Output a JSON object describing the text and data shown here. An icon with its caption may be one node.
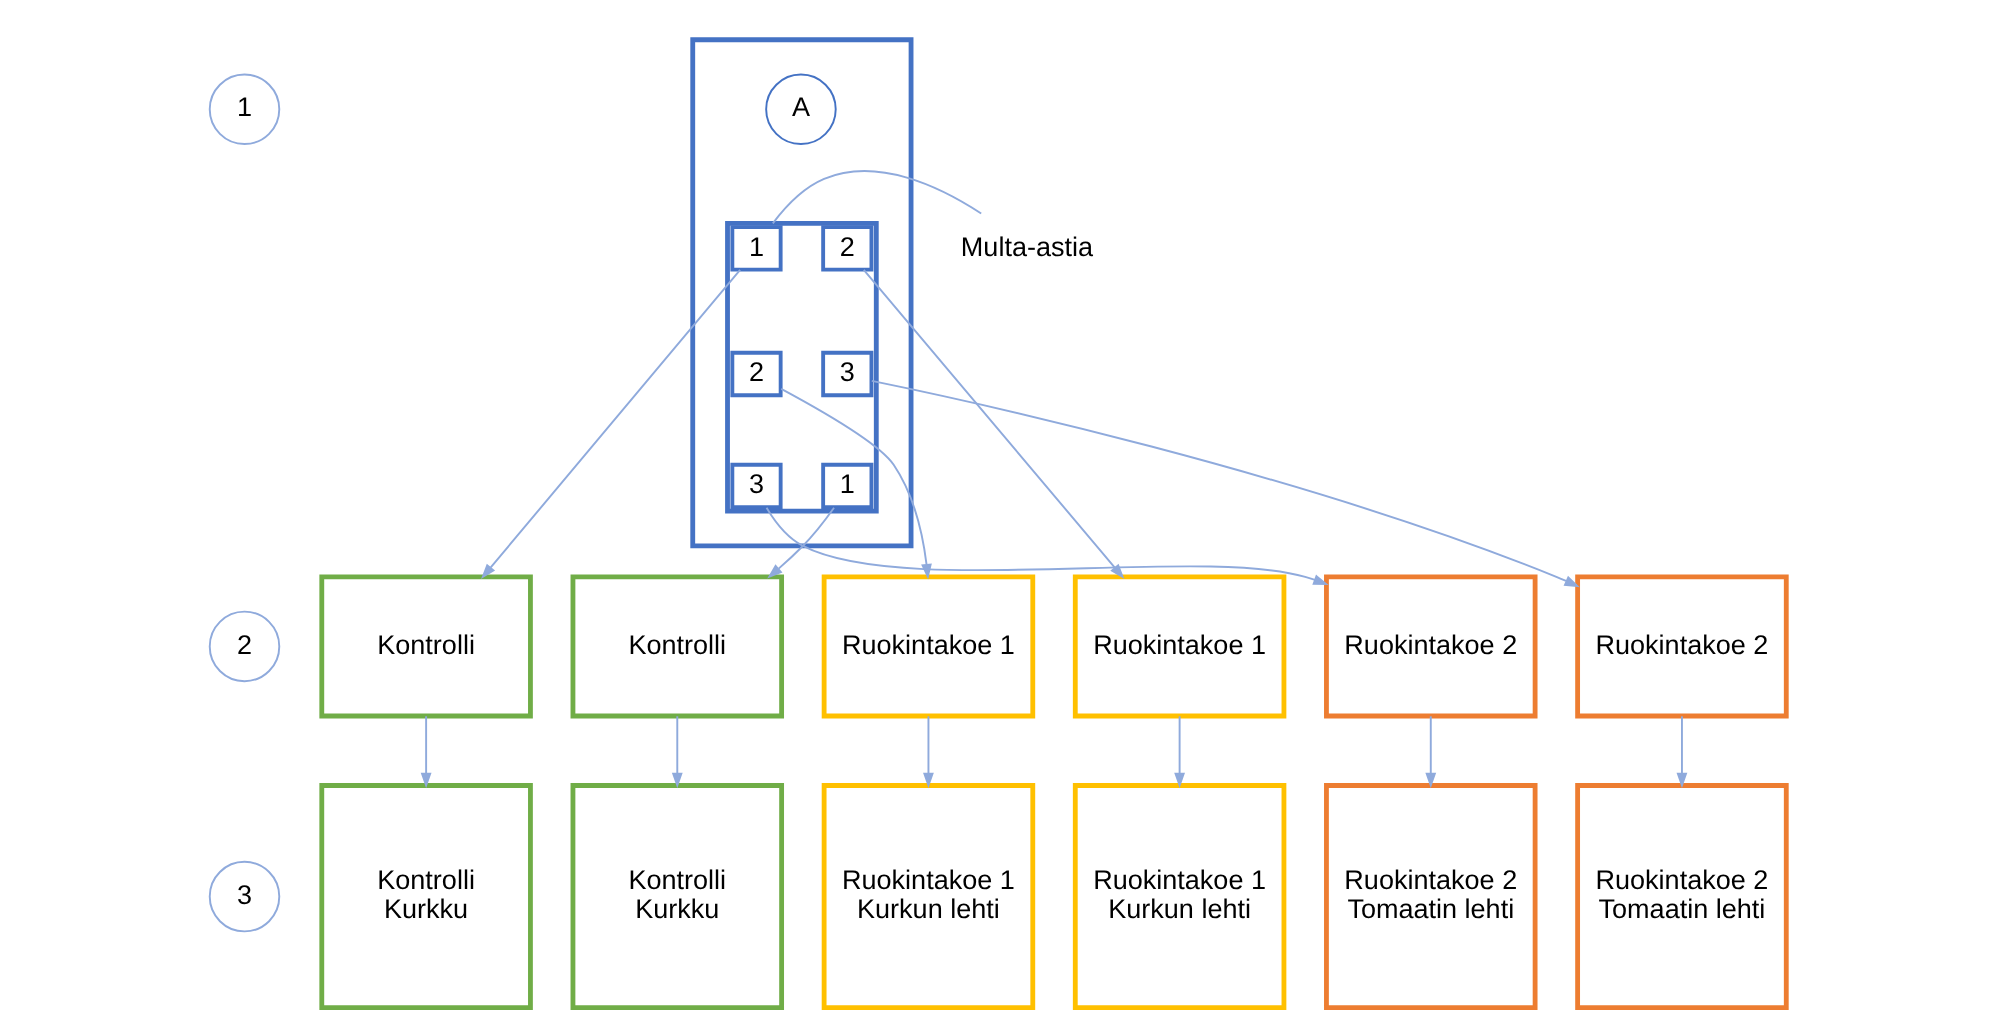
{
  "diagram": {
    "nodes": [
      {
        "text": [],
        "shape": "box"
      },
      {
        "text": [
          "A"
        ],
        "in": 0
      },
      {
        "text": [],
        "shape": "box",
        "in": 0
      },
      {
        "text": [
          "1"
        ],
        "in": 2
      },
      {
        "text": [
          "2"
        ],
        "in": 2
      },
      {
        "text": [
          "2"
        ],
        "in": 2
      },
      {
        "text": [
          "3"
        ],
        "in": 2
      },
      {
        "text": [
          "3"
        ],
        "in": 2
      },
      {
        "text": [
          "1"
        ],
        "in": 2
      },
      {
        "text": [
          "Multa-astia"
        ]
      },
      {
        "text": [
          "1"
        ]
      },
      {
        "text": [
          "2"
        ]
      },
      {
        "text": [
          "Kontrolli"
        ]
      },
      {
        "text": [
          "Kontrolli"
        ]
      },
      {
        "text": [
          "Ruokintakoe 1"
        ]
      },
      {
        "text": [
          "Ruokintakoe 1"
        ]
      },
      {
        "text": [
          "Ruokintakoe 2"
        ]
      },
      {
        "text": [
          "Ruokintakoe 2"
        ]
      },
      {
        "text": [
          "3"
        ]
      },
      {
        "text": [
          "Kontrolli",
          "Kurkku"
        ]
      },
      {
        "text": [
          "Kontrolli",
          "Kurkku"
        ]
      },
      {
        "text": [
          "Ruokintakoe 1",
          "Kurkun lehti"
        ]
      },
      {
        "text": [
          "Ruokintakoe 1",
          "Kurkun lehti"
        ]
      },
      {
        "text": [
          "Ruokintakoe 2",
          "Tomaatin lehti"
        ]
      },
      {
        "text": [
          "Ruokintakoe 2",
          "Tomaatin lehti"
        ]
      }
    ],
    "edges": [
      {
        "from": 9,
        "to": 2,
        "arrow": "none"
      },
      {
        "from": 3,
        "to": 12,
        "arrow": "to"
      },
      {
        "from": 8,
        "to": 13,
        "arrow": "to"
      },
      {
        "from": 5,
        "to": 14,
        "arrow": "to"
      },
      {
        "from": 4,
        "to": 15,
        "arrow": "to"
      },
      {
        "from": 7,
        "to": 16,
        "arrow": "to"
      },
      {
        "from": 6,
        "to": 17,
        "arrow": "to"
      },
      {
        "from": 12,
        "to": 19,
        "arrow": "to"
      },
      {
        "from": 13,
        "to": 20,
        "arrow": "to"
      },
      {
        "from": 14,
        "to": 21,
        "arrow": "to"
      },
      {
        "from": 15,
        "to": 22,
        "arrow": "to"
      },
      {
        "from": 16,
        "to": 23,
        "arrow": "to"
      },
      {
        "from": 17,
        "to": 24,
        "arrow": "to"
      }
    ]
  }
}
